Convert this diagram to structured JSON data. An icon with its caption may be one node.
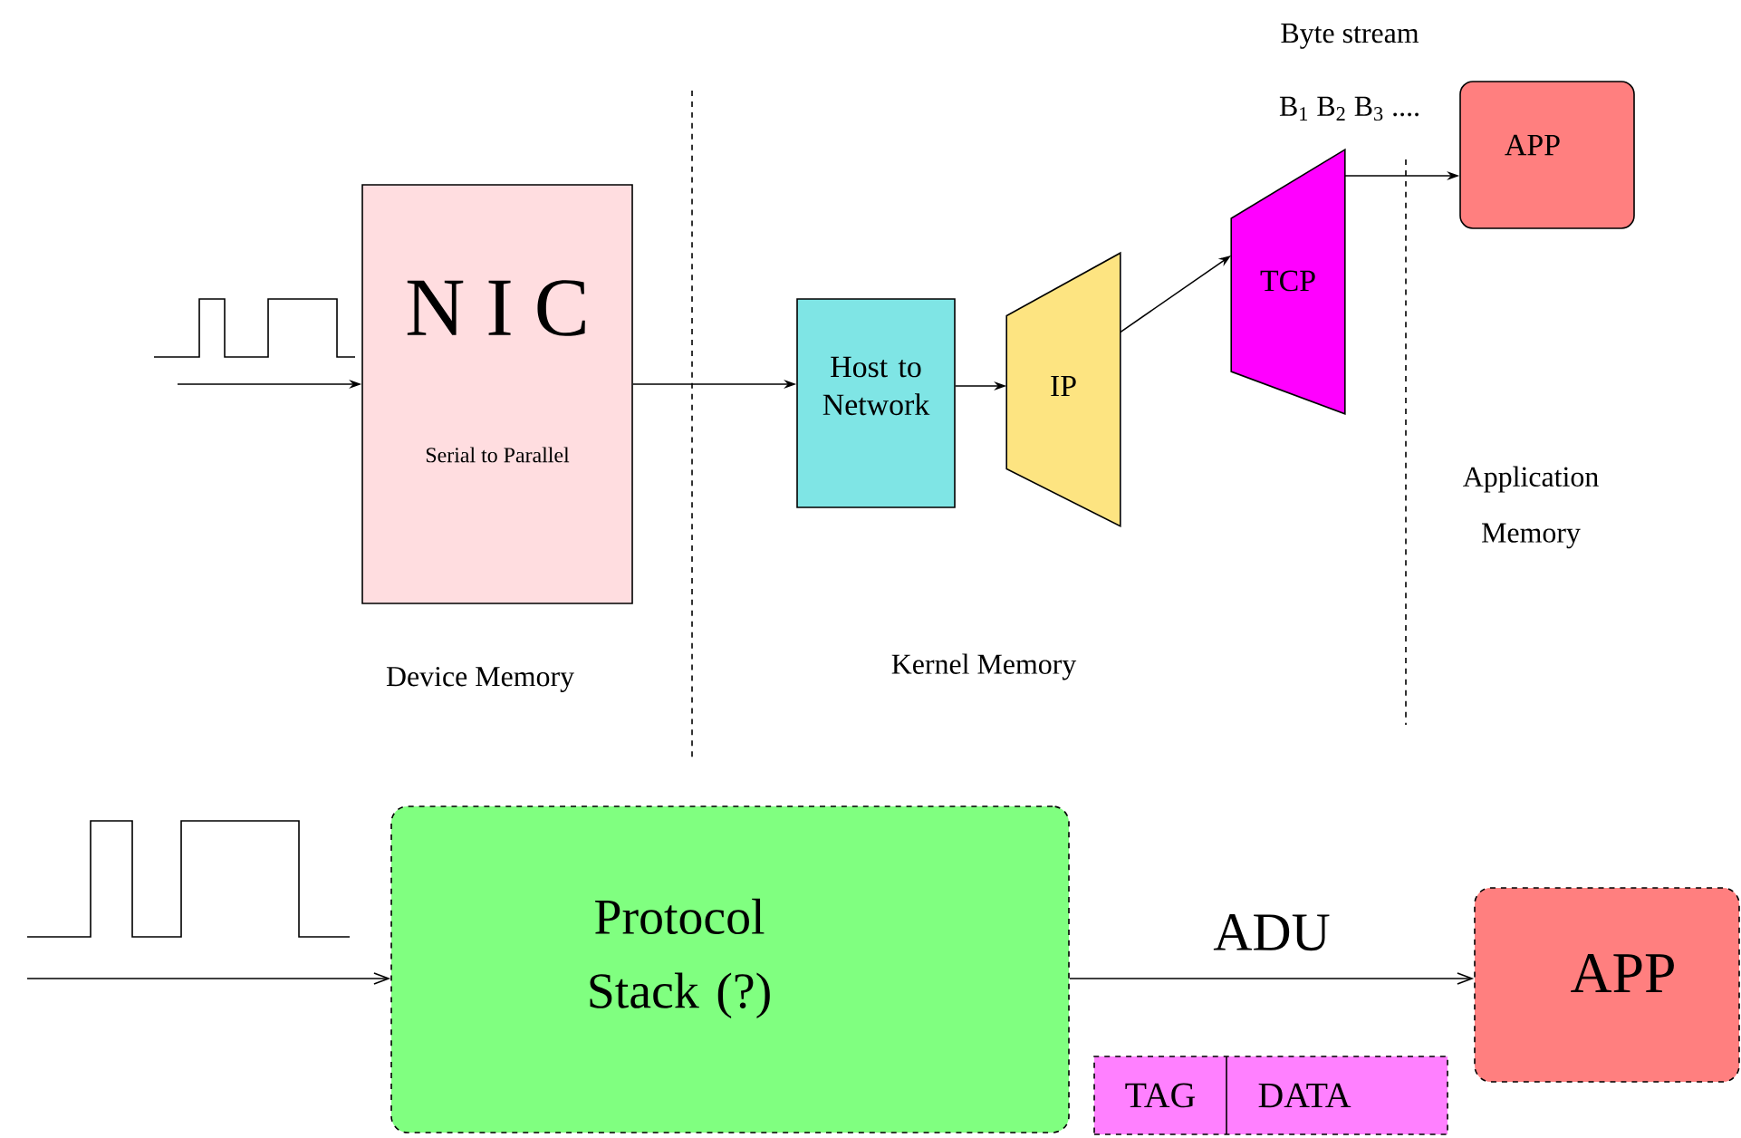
{
  "diagram": {
    "nodes": [
      {
        "text": [
          "N I C",
          "Serial to Parallel"
        ]
      },
      {
        "text": [
          "Host to Network"
        ]
      },
      {
        "text": [
          "IP"
        ]
      },
      {
        "text": [
          "TCP"
        ]
      },
      {
        "text": [
          "APP"
        ]
      },
      {
        "text": [
          "Protocol Stack (?)"
        ]
      },
      {
        "text": [
          "APP"
        ]
      },
      {
        "text": [
          "TAG",
          "DATA"
        ]
      }
    ],
    "edges": [
      {
        "from": null,
        "to": 0,
        "arrow": "to"
      },
      {
        "from": 0,
        "to": 1,
        "arrow": "to"
      },
      {
        "from": 1,
        "to": 2,
        "arrow": "to"
      },
      {
        "from": 2,
        "to": 3,
        "arrow": "to"
      },
      {
        "from": 3,
        "to": 4,
        "arrow": "to"
      },
      {
        "from": null,
        "to": 5,
        "arrow": "to"
      },
      {
        "from": 5,
        "to": 6,
        "arrow": "to",
        "label": "ADU"
      }
    ],
    "labels": [
      "Byte stream",
      "B$_{1}$ B$_{2}$ B$_{3}$ ....",
      "Application Memory",
      "Device Memory",
      "Kernel Memory"
    ]
  }
}
